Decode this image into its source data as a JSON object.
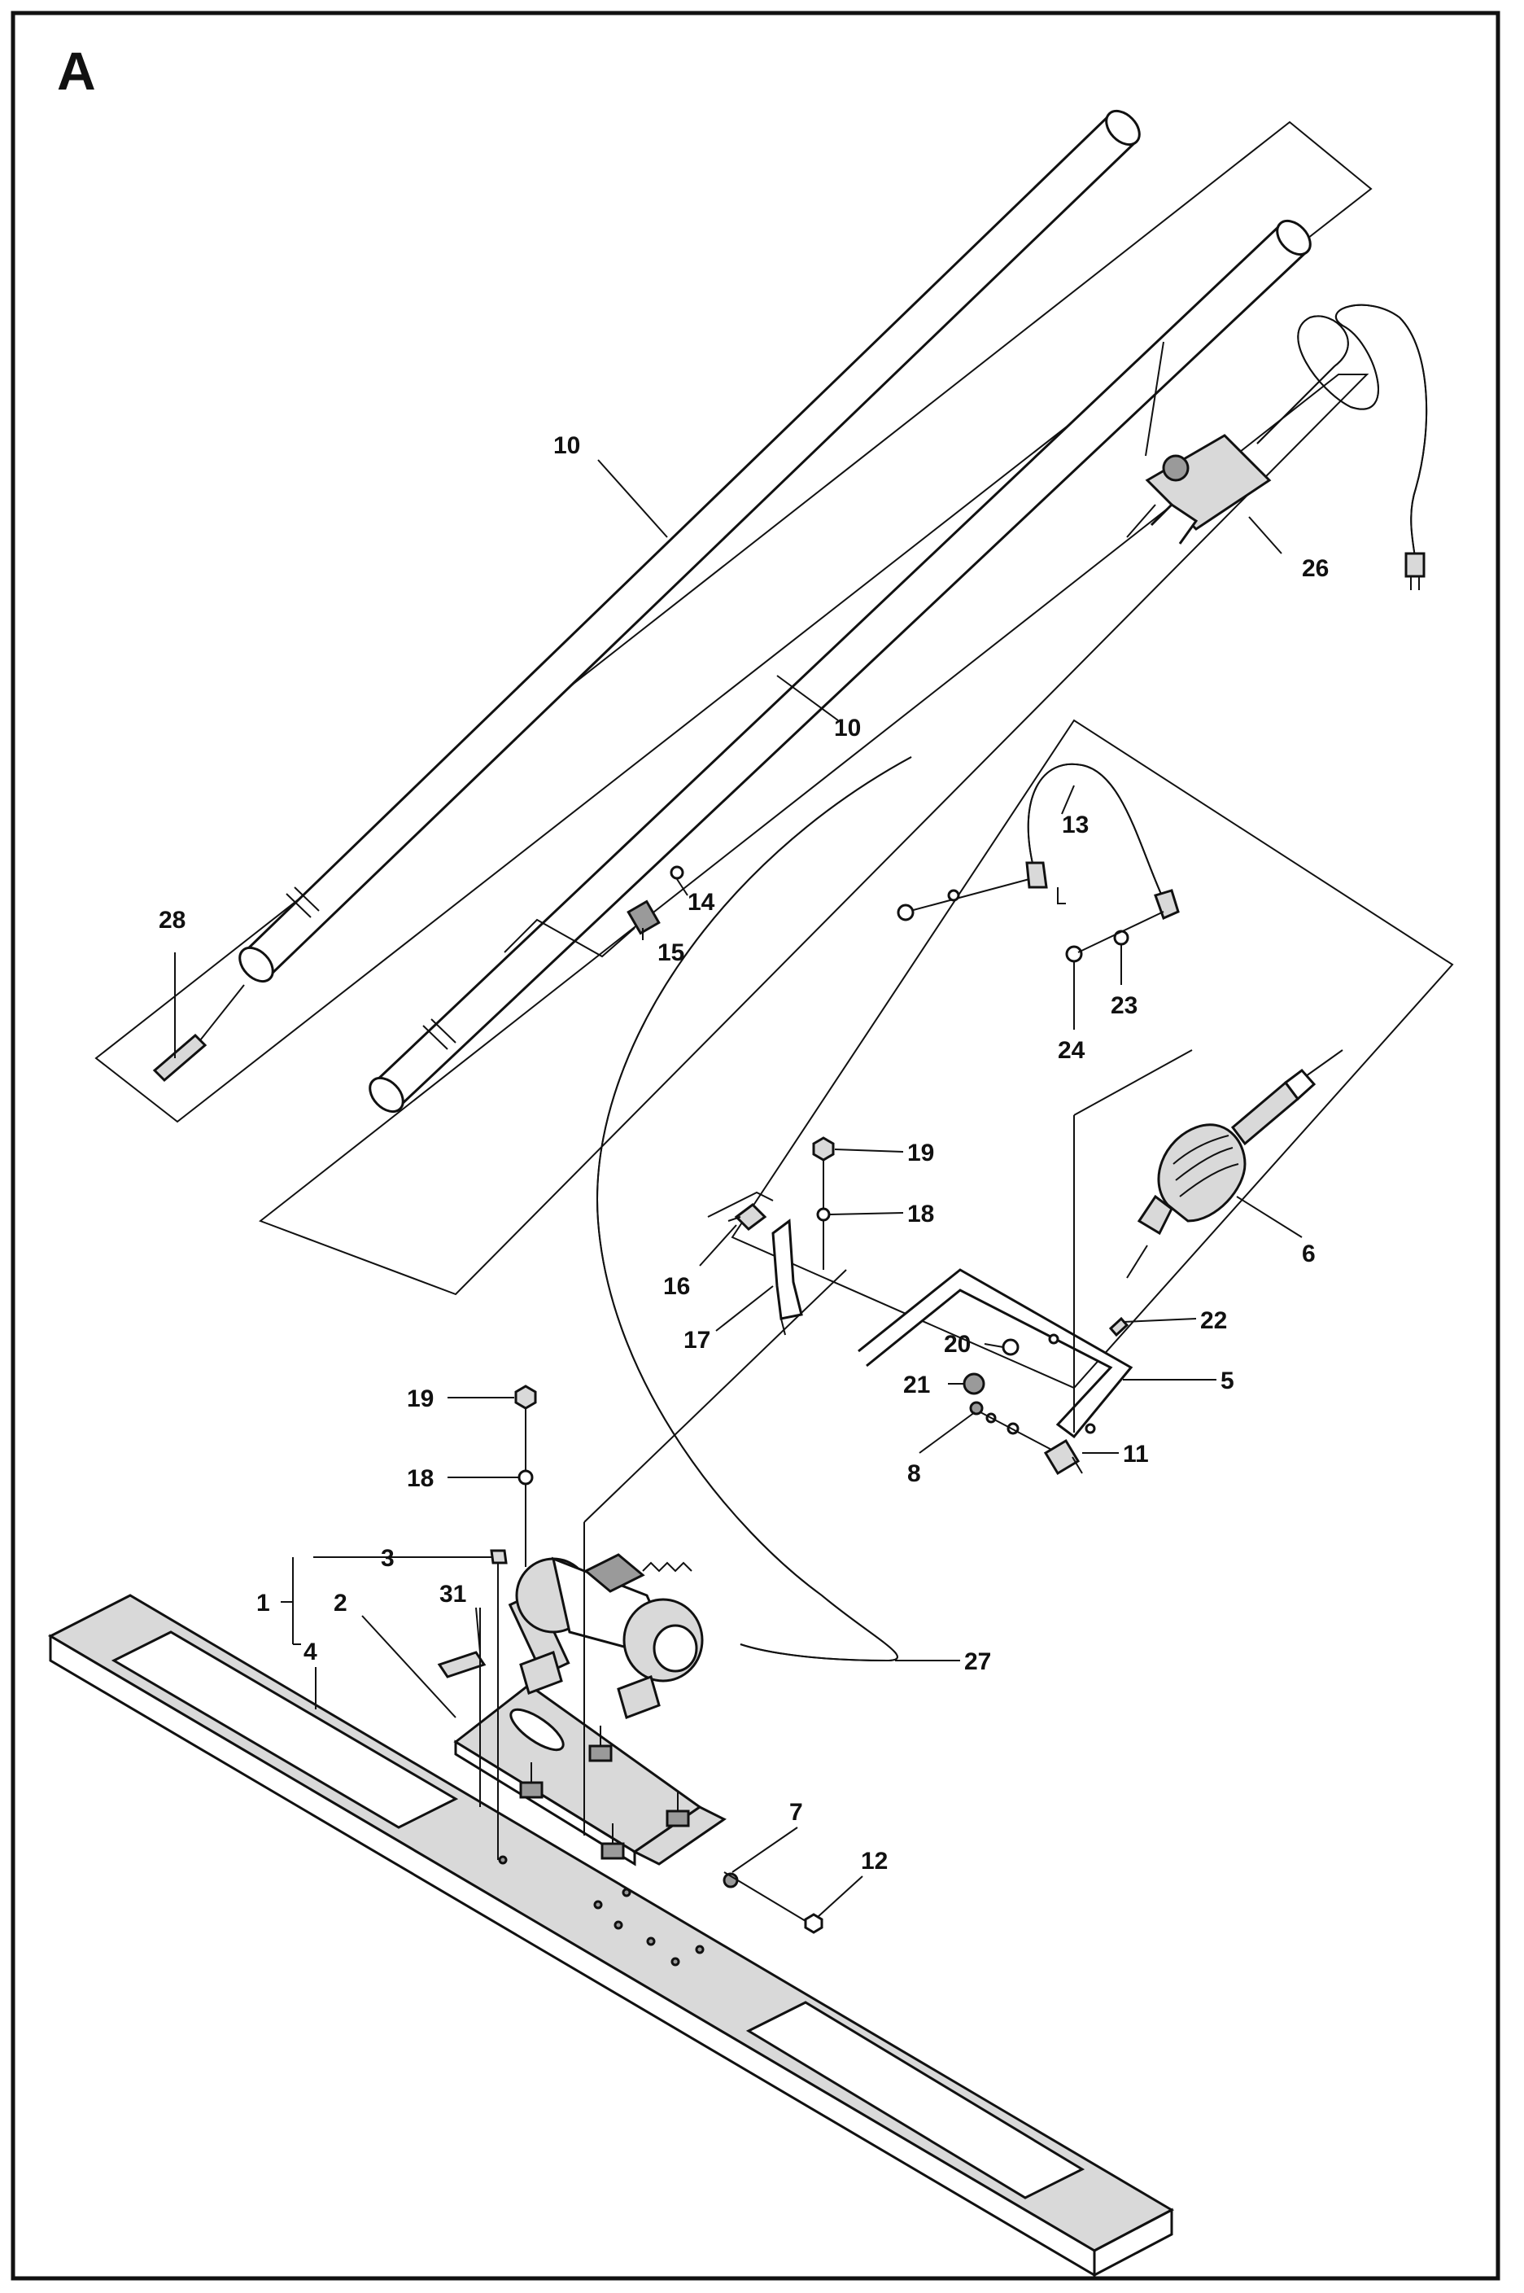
{
  "section_letter": "A",
  "callouts": [
    {
      "id": "c10a",
      "text": "10"
    },
    {
      "id": "c10b",
      "text": "10"
    },
    {
      "id": "c26",
      "text": "26"
    },
    {
      "id": "c13",
      "text": "13"
    },
    {
      "id": "c14",
      "text": "14"
    },
    {
      "id": "c15",
      "text": "15"
    },
    {
      "id": "c28",
      "text": "28"
    },
    {
      "id": "c23",
      "text": "23"
    },
    {
      "id": "c24",
      "text": "24"
    },
    {
      "id": "c19a",
      "text": "19"
    },
    {
      "id": "c18a",
      "text": "18"
    },
    {
      "id": "c16",
      "text": "16"
    },
    {
      "id": "c17",
      "text": "17"
    },
    {
      "id": "c6",
      "text": "6"
    },
    {
      "id": "c22",
      "text": "22"
    },
    {
      "id": "c20",
      "text": "20"
    },
    {
      "id": "c21",
      "text": "21"
    },
    {
      "id": "c5",
      "text": "5"
    },
    {
      "id": "c8",
      "text": "8"
    },
    {
      "id": "c11",
      "text": "11"
    },
    {
      "id": "c19b",
      "text": "19"
    },
    {
      "id": "c18b",
      "text": "18"
    },
    {
      "id": "c3",
      "text": "3"
    },
    {
      "id": "c1",
      "text": "1"
    },
    {
      "id": "c2",
      "text": "2"
    },
    {
      "id": "c31",
      "text": "31"
    },
    {
      "id": "c4",
      "text": "4"
    },
    {
      "id": "c27",
      "text": "27"
    },
    {
      "id": "c7",
      "text": "7"
    },
    {
      "id": "c12",
      "text": "12"
    }
  ]
}
